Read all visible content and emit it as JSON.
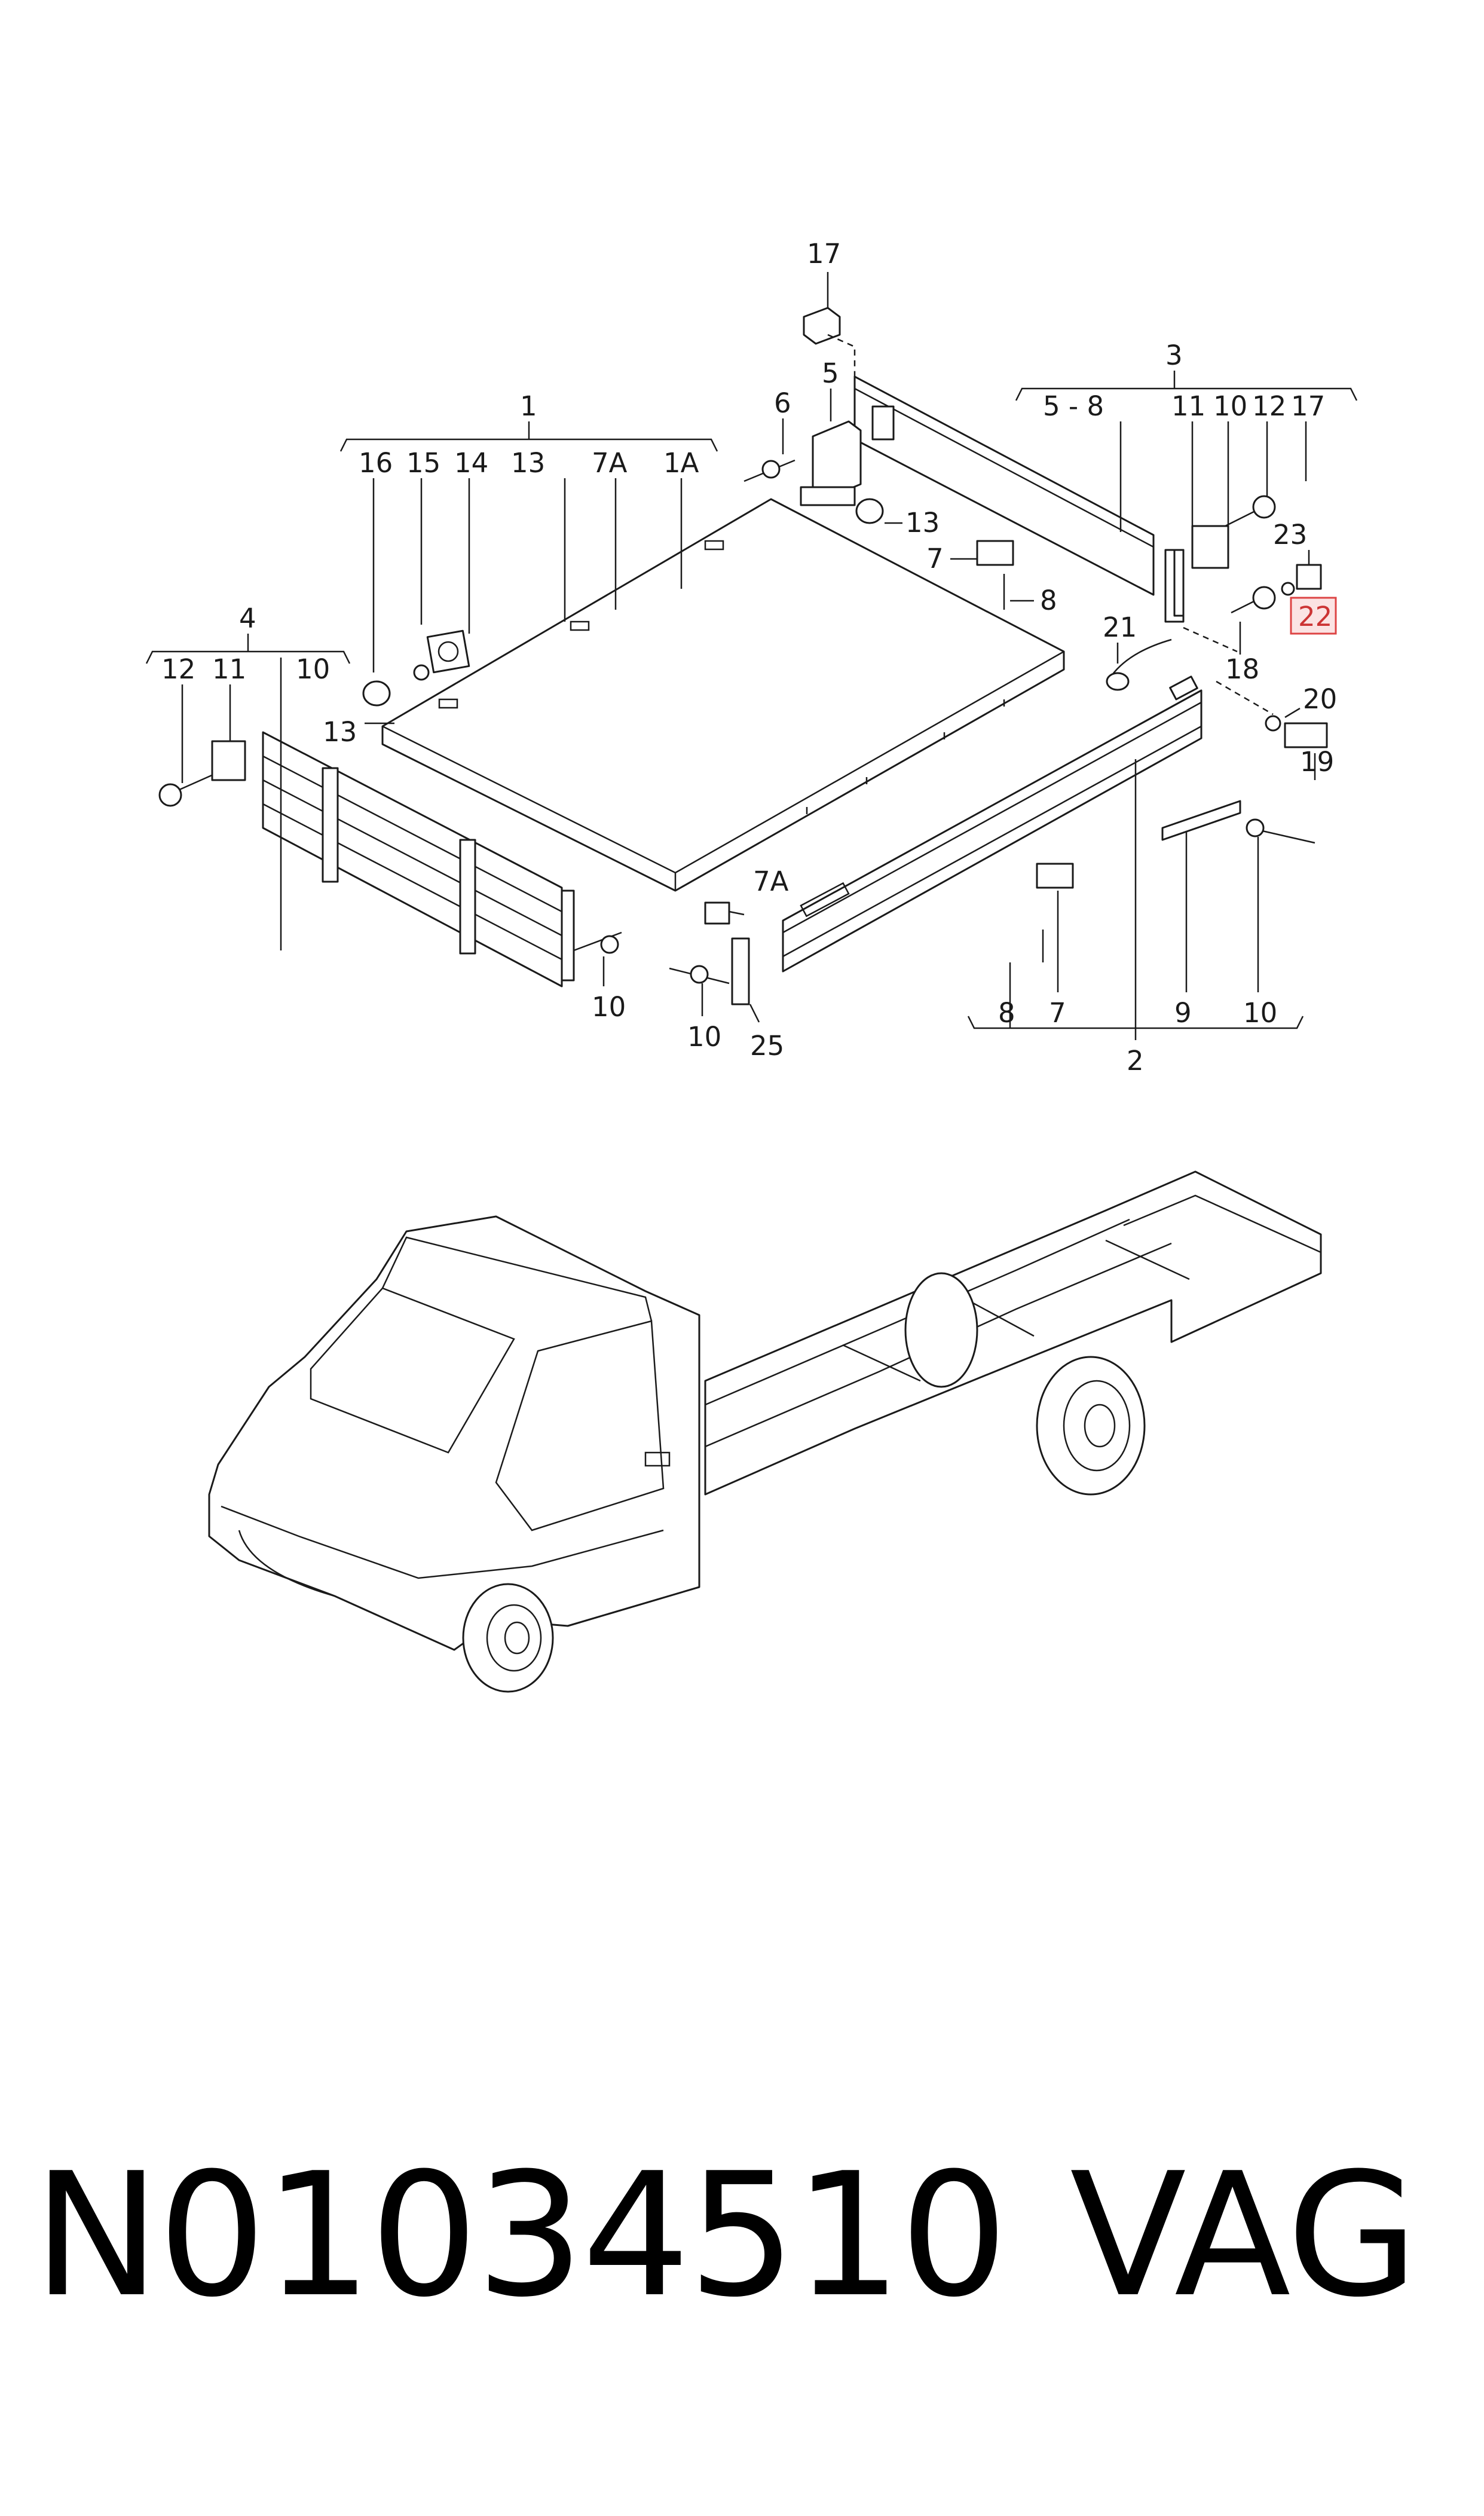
{
  "callouts": {
    "c17_top": "17",
    "c3": "3",
    "c5_8": "5 - 8",
    "c11_r": "11",
    "c10_r": "10",
    "c12_r": "12",
    "c17_r": "17",
    "c5": "5",
    "c6": "6",
    "c1": "1",
    "c16": "16",
    "c15": "15",
    "c14": "14",
    "c13_a": "13",
    "c7a_a": "7A",
    "c1a": "1A",
    "c13_b": "13",
    "c7_a": "7",
    "c8_a": "8",
    "c23": "23",
    "c22": "22",
    "c21": "21",
    "c18": "18",
    "c20": "20",
    "c19": "19",
    "c4": "4",
    "c12_l": "12",
    "c11_l": "11",
    "c10_l": "10",
    "c13_c": "13",
    "c7a_b": "7A",
    "c10_b": "10",
    "c10_c": "10",
    "c25": "25",
    "c8_b": "8",
    "c7_b": "7",
    "c9": "9",
    "c10_d": "10",
    "c2": "2"
  },
  "highlight_color": "#cc3333",
  "footer": {
    "part_number": "N01034510",
    "brand": "VAG"
  }
}
